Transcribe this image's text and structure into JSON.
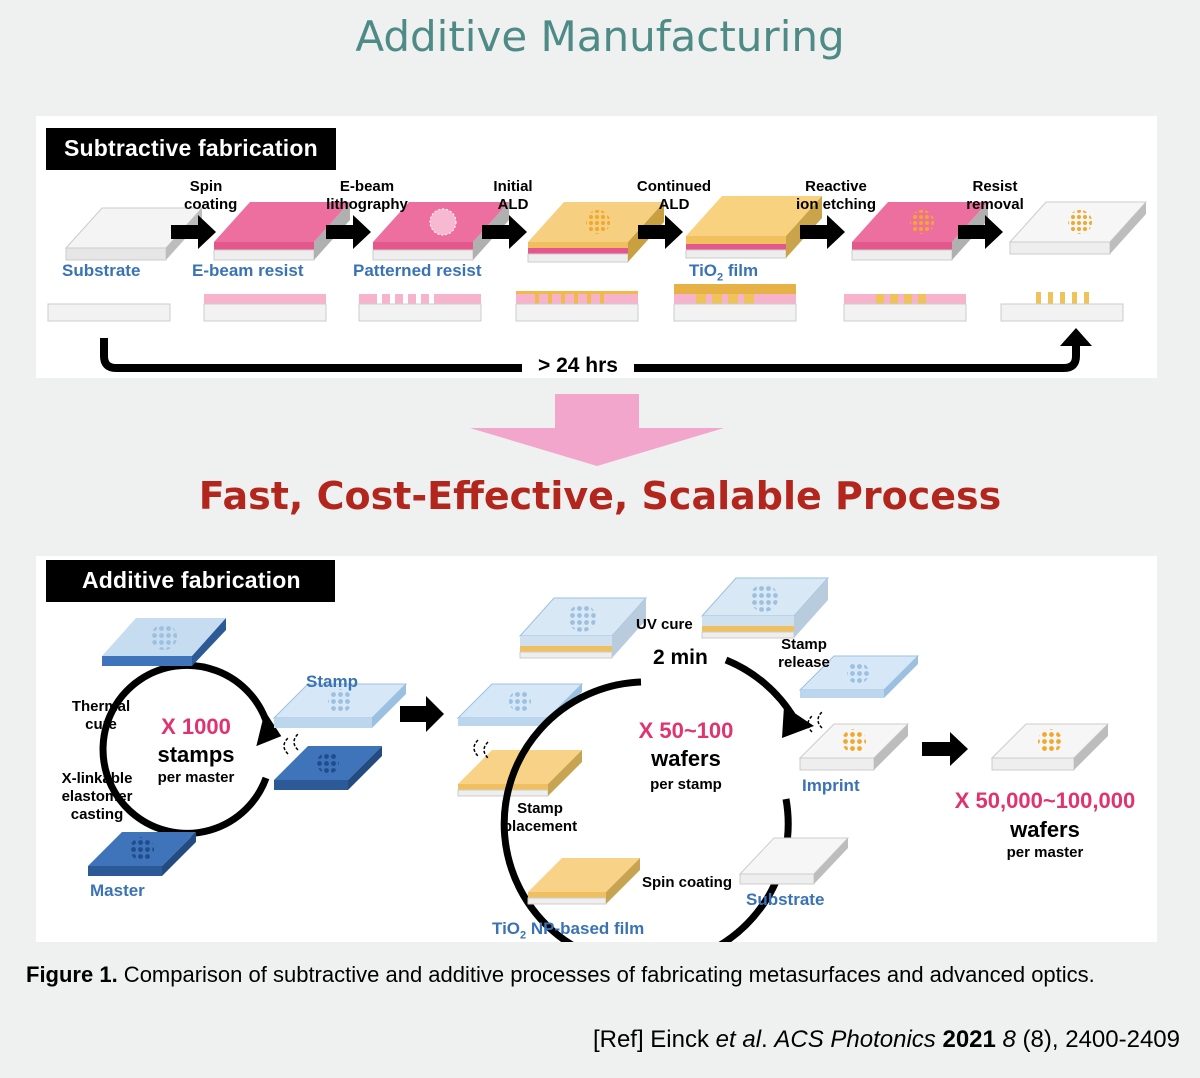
{
  "title": "Additive Manufacturing",
  "subtractive": {
    "header": "Subtractive fabrication",
    "steps": [
      {
        "line1": "Spin",
        "line2": "coating"
      },
      {
        "line1": "E-beam",
        "line2": "lithography"
      },
      {
        "line1": "Initial",
        "line2": "ALD"
      },
      {
        "line1": "Continued",
        "line2": "ALD"
      },
      {
        "line1": "Reactive",
        "line2": "ion etching"
      },
      {
        "line1": "Resist",
        "line2": "removal"
      }
    ],
    "stages": [
      "Substrate",
      "E-beam resist",
      "Patterned resist",
      "TiO",
      "2",
      " film"
    ],
    "duration": "> 24 hrs"
  },
  "headline": "Fast, Cost-Effective, Scalable Process",
  "additive": {
    "header": "Additive fabrication",
    "thermal_cure": [
      "Thermal",
      "cure"
    ],
    "elastomer": [
      "X-linkable",
      "elastomer",
      "casting"
    ],
    "master": "Master",
    "stamp": "Stamp",
    "stamps_multiplier": "X 1000",
    "stamps_unit": "stamps",
    "stamps_per": "per master",
    "uv_cure": "UV cure",
    "two_min": "2 min",
    "stamp_release": [
      "Stamp",
      "release"
    ],
    "wafers_multiplier": "X 50~100",
    "wafers_unit": "wafers",
    "wafers_per": "per stamp",
    "stamp_placement": [
      "Stamp",
      "placement"
    ],
    "imprint": "Imprint",
    "spin_coating": "Spin coating",
    "substrate": "Substrate",
    "tio2_film": [
      "TiO",
      "2",
      " NP-based film"
    ],
    "total_multiplier": "X 50,000~100,000",
    "total_unit": "wafers",
    "total_per": "per master"
  },
  "caption": {
    "bold": "Figure 1.",
    "text": " Comparison of subtractive and additive processes of fabricating metasurfaces and advanced optics."
  },
  "reference": {
    "prefix": "[Ref] Einck ",
    "etal": "et al",
    "mid": ". ",
    "journal": "ACS Photonics",
    "year": "2021",
    "volume": "8",
    "rest": " (8), 2400-2409"
  },
  "colors": {
    "title": "#4e8a86",
    "headline": "#b3261e",
    "label_blue": "#3a73b5",
    "label_pink": "#e0336f",
    "resist_pink": "#e8679a",
    "tio2_yellow": "#f6cc6e",
    "pdms_blue": "#bcd6ee",
    "master_blue": "#3f73ba",
    "arrow_pink": "#f3a6cc"
  }
}
